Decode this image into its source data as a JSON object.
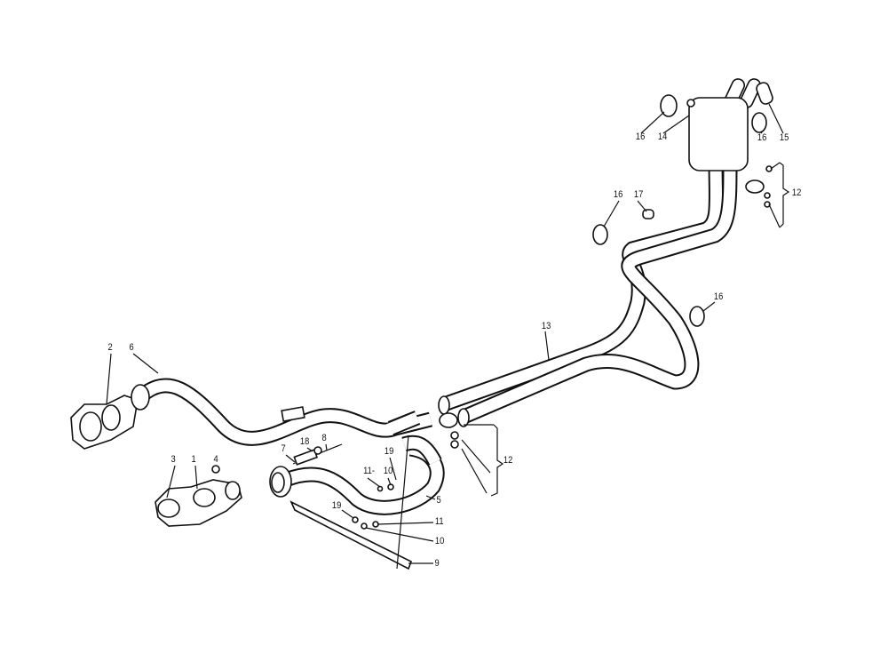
{
  "diagram": {
    "title": "Exhaust system exploded view",
    "labels": {
      "l2": "2",
      "l6": "6",
      "l3": "3",
      "l1": "1",
      "l4": "4",
      "l7": "7",
      "l18": "18",
      "l8": "8",
      "l11a": "11-",
      "l10a": "10",
      "l19a": "19",
      "l5": "5",
      "l19b": "19",
      "l11b": "11",
      "l10b": "10",
      "l9": "9",
      "l13": "13",
      "l12a": "12",
      "l16a": "16",
      "l17": "17",
      "l16b": "16",
      "l14": "14",
      "l16c": "16",
      "l15": "15",
      "l12b": "12",
      "l16d": "16"
    }
  }
}
